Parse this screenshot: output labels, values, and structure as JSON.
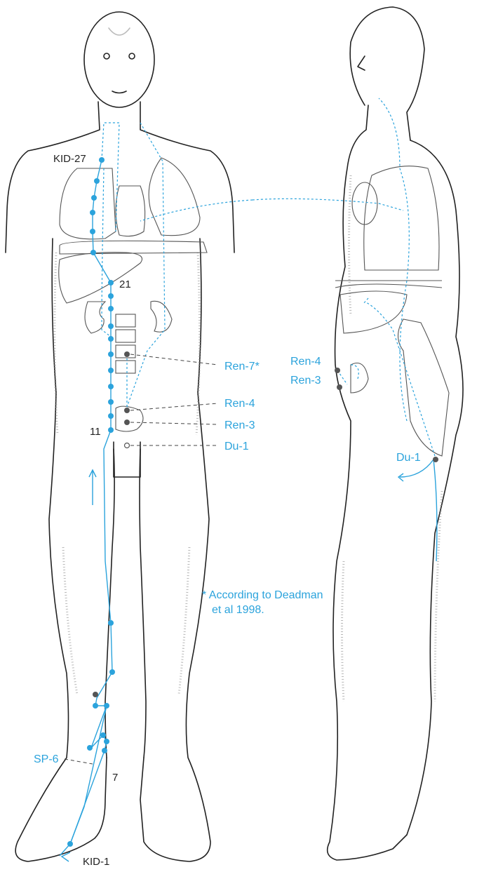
{
  "colors": {
    "meridian": "#2ba3dc",
    "point_grey": "#555555",
    "outline": "#222222"
  },
  "front_figure": {
    "labels": {
      "kid27": "KID-27",
      "p21": "21",
      "ren7": "Ren-7*",
      "ren4": "Ren-4",
      "ren3": "Ren-3",
      "p11": "11",
      "du1": "Du-1",
      "sp6": "SP-6",
      "p7": "7",
      "kid1": "KID-1"
    }
  },
  "side_figure": {
    "labels": {
      "ren4": "Ren-4",
      "ren3": "Ren-3",
      "du1": "Du-1"
    }
  },
  "footnote": {
    "line1": "* According to Deadman",
    "line2": "et al 1998."
  }
}
